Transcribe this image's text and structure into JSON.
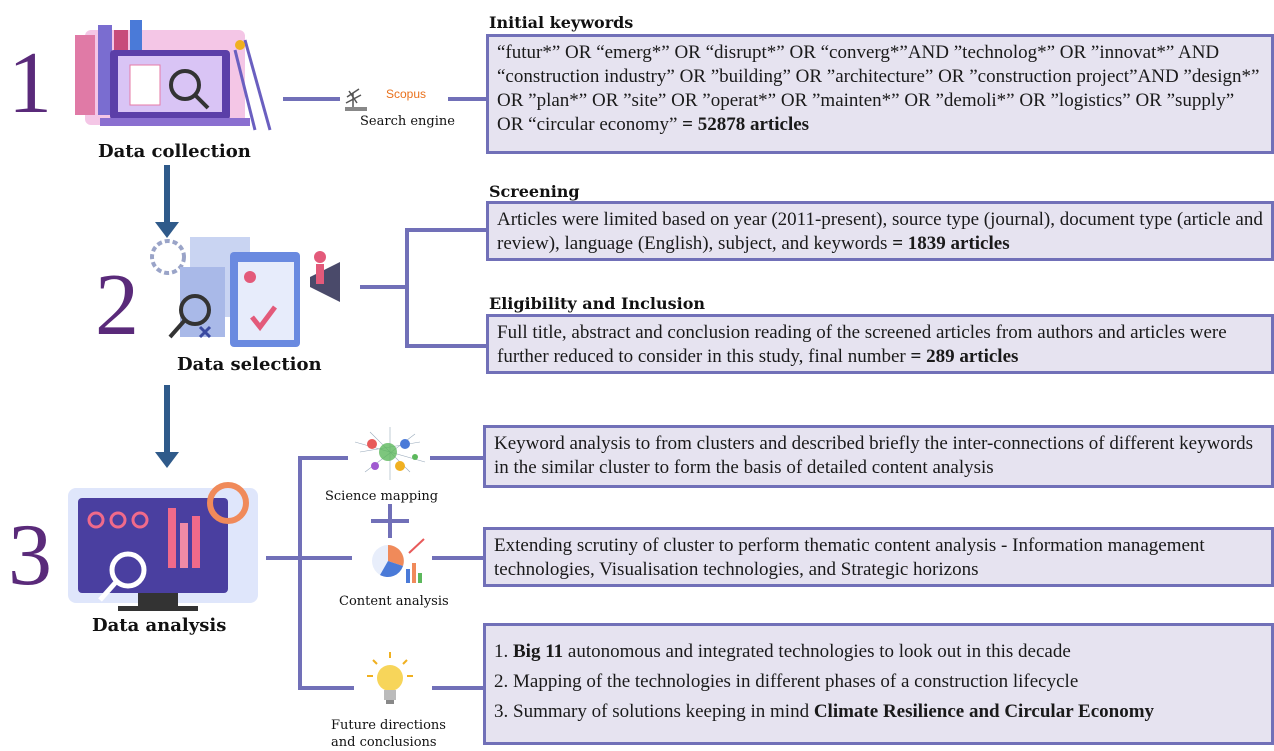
{
  "step1": {
    "number": "1",
    "caption": "Data collection",
    "engine_label": "Search engine",
    "engine_logo_text": "Scopus",
    "header": "Initial keywords",
    "text": "“futur*” OR “emerg*” OR “disrupt*” OR “converg*”AND ”technolog*” OR ”innovat*” AND “construction industry” OR ”building” OR ”architecture” OR ”construction project”AND ”design*” OR ”plan*” OR ”site” OR ”operat*” OR ”mainten*” OR ”demoli*” OR ”logistics” OR ”supply” OR “circular economy” ",
    "result": "= 52878 articles"
  },
  "step2": {
    "number": "2",
    "caption": "Data selection",
    "screening_header": "Screening",
    "screening_text": "Articles were limited based on year (2011-present), source type (journal), document type (article and review), language (English), subject, and keywords ",
    "screening_result": "= 1839 articles",
    "eligibility_header": "Eligibility and Inclusion",
    "eligibility_text": "Full title, abstract and conclusion reading of the screened articles from authors and articles were further reduced to consider in this study, final number  ",
    "eligibility_result": "= 289 articles"
  },
  "step3": {
    "number": "3",
    "caption": "Data analysis",
    "science_mapping_label": "Science mapping",
    "content_analysis_label": "Content analysis",
    "future_label_1": "Future directions",
    "future_label_2": "and conclusions",
    "science_mapping_text": "Keyword analysis to from clusters and described briefly the inter-connections of different keywords in the similar cluster to form the basis of detailed content analysis",
    "content_analysis_text": "Extending scrutiny of cluster to perform thematic content analysis - Information management technologies, Visualisation technologies, and Strategic horizons",
    "future_items": [
      {
        "prefix": "1. ",
        "bold": "Big 11",
        "rest": " autonomous and integrated technologies to look out in this decade"
      },
      {
        "prefix": "2. ",
        "bold": "",
        "rest": "Mapping of the technologies in different phases of a construction lifecycle"
      },
      {
        "prefix": "3. ",
        "rest": "Summary of solutions keeping in mind ",
        "bold": "Climate Resilience and Circular Economy"
      }
    ]
  },
  "colors": {
    "accent": "#7170b8",
    "box_fill": "#e6e3f0",
    "arrow": "#2f5a8a",
    "number": "#5a2a7a"
  }
}
